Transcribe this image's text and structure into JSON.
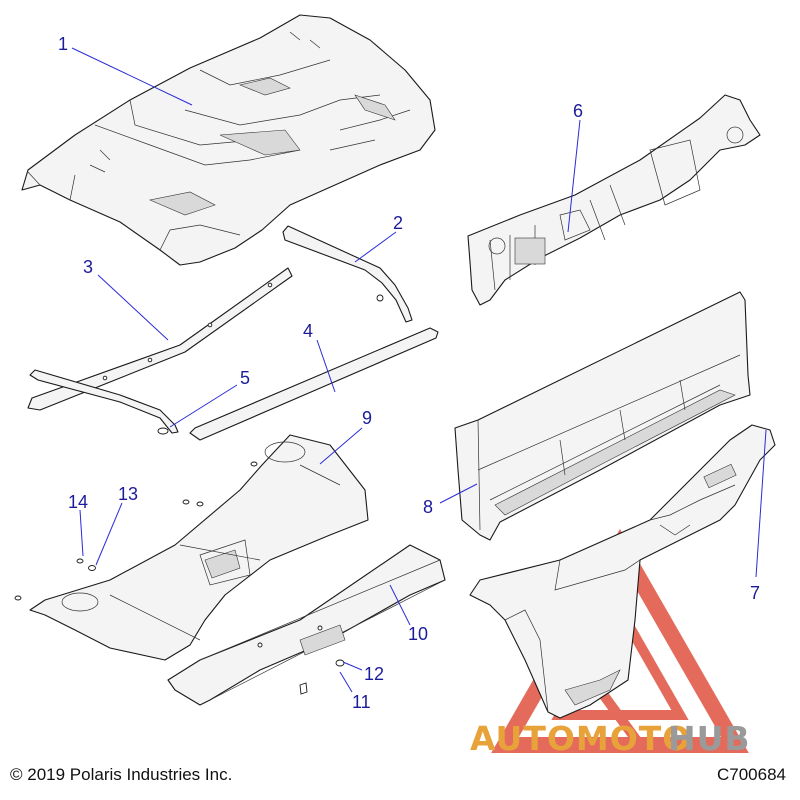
{
  "callouts": [
    {
      "id": "1",
      "label": "1"
    },
    {
      "id": "2",
      "label": "2"
    },
    {
      "id": "3",
      "label": "3"
    },
    {
      "id": "4",
      "label": "4"
    },
    {
      "id": "5",
      "label": "5"
    },
    {
      "id": "6",
      "label": "6"
    },
    {
      "id": "7",
      "label": "7"
    },
    {
      "id": "8",
      "label": "8"
    },
    {
      "id": "9",
      "label": "9"
    },
    {
      "id": "10",
      "label": "10"
    },
    {
      "id": "11",
      "label": "11"
    },
    {
      "id": "12",
      "label": "12"
    },
    {
      "id": "13",
      "label": "13"
    },
    {
      "id": "14",
      "label": "14"
    }
  ],
  "footer": {
    "copyright": "© 2019 Polaris Industries Inc.",
    "figure_code": "C700684"
  },
  "watermark": {
    "word_part1": "AUTOMOTO",
    "word_part2": "HUB",
    "color_primary": "#e8a23a",
    "color_secondary": "#9a9a9a",
    "triangle_color": "#e0523f"
  },
  "colors": {
    "callout_text": "#1c1c9a",
    "leader_line": "#2b2bd8",
    "line_art": "#1a1a1a"
  }
}
